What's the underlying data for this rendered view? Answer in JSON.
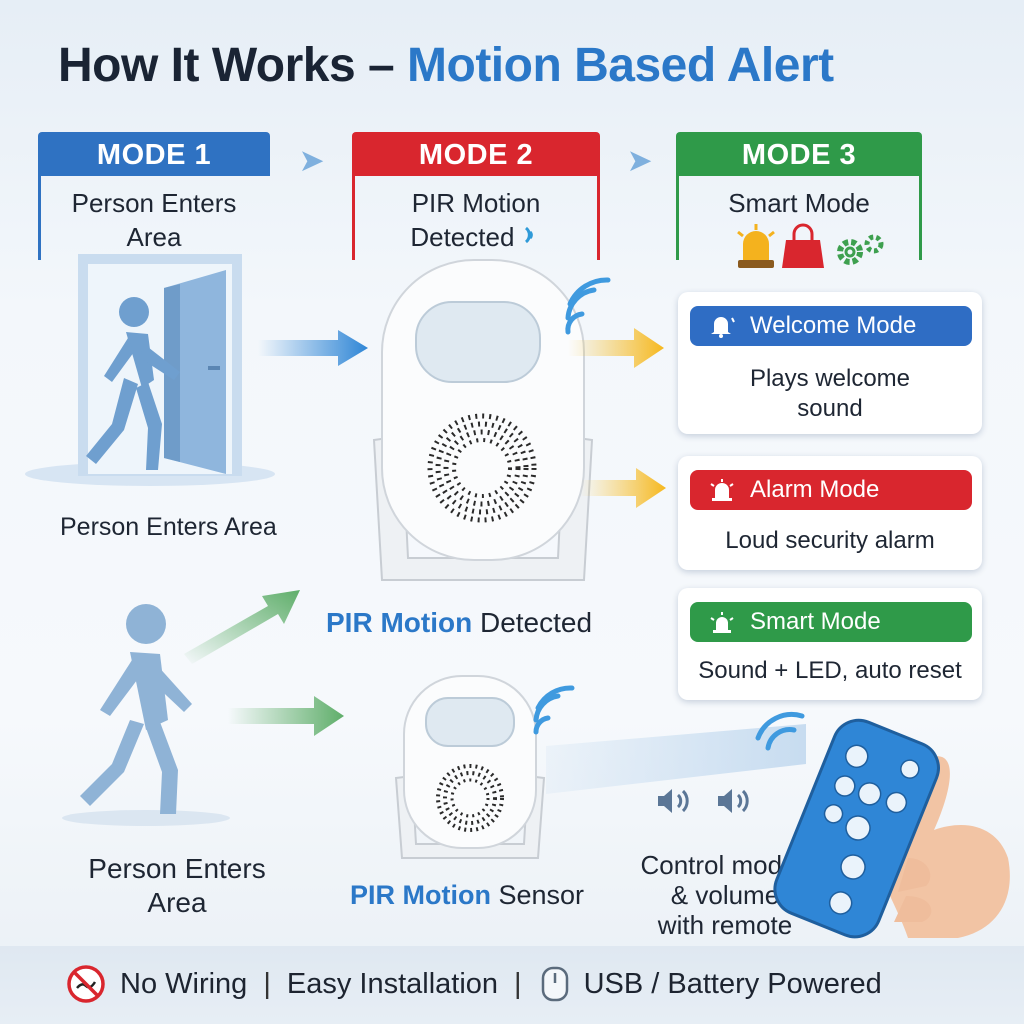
{
  "title": {
    "part1": "How It Works – ",
    "part2": "Motion Based Alert"
  },
  "modes": [
    {
      "header": "MODE 1",
      "line1": "Person Enters",
      "line2": "Area",
      "color": "#2f72c2"
    },
    {
      "header": "MODE 2",
      "line1": "PIR Motion",
      "line2": "Detected",
      "color": "#d9262e"
    },
    {
      "header": "MODE 3",
      "line1": "Smart Mode",
      "line2": "",
      "color": "#2f9a49"
    }
  ],
  "cards": [
    {
      "label": "Welcome Mode",
      "desc_line1": "Plays welcome",
      "desc_line2": "sound",
      "color": "#2f6dc4"
    },
    {
      "label": "Alarm Mode",
      "desc_line1": "Loud security alarm",
      "desc_line2": "",
      "color": "#d9262e"
    },
    {
      "label": "Smart Mode",
      "desc_line1": "Sound + LED, auto reset",
      "desc_line2": "",
      "color": "#2f9a49"
    }
  ],
  "labels": {
    "person_area_top": "Person Enters Area",
    "pir_detected_highlight": "PIR Motion",
    "pir_detected_rest": " Detected",
    "person_area_bottom_line1": "Person Enters",
    "person_area_bottom_line2": "Area",
    "pir_sensor_highlight": "PIR Motion",
    "pir_sensor_rest": " Sensor",
    "remote_line1": "Control modes",
    "remote_line2": "& volume",
    "remote_line3": "with remote"
  },
  "features": {
    "no_wiring": "No Wiring",
    "separator": "|",
    "easy_install": "Easy Installation",
    "usb_battery": "USB / Battery Powered"
  },
  "icons": [
    "door-icon",
    "walking-person-icon",
    "motion-sensor-icon",
    "signal-waves-icon",
    "arrow-icon",
    "bell-icon",
    "siren-icon",
    "shopping-bag-icon",
    "gear-icon",
    "alarm-light-icon",
    "speaker-icon",
    "remote-control-icon",
    "hand-icon",
    "no-wiring-icon",
    "usb-icon"
  ],
  "accent_colors": {
    "blue": "#2b78c8",
    "red": "#d9262e",
    "green": "#2f9a49",
    "yellow_arrow": "#f6c33a"
  }
}
